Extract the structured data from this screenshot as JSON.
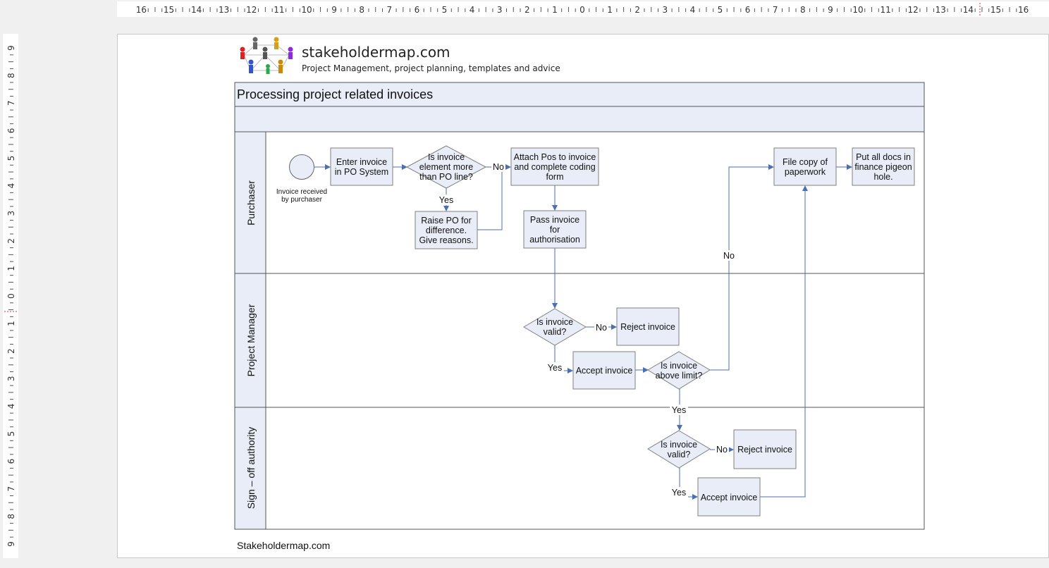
{
  "ruler": {
    "horizontal": [
      "16",
      "15",
      "14",
      "13",
      "12",
      "11",
      "10",
      "9",
      "8",
      "7",
      "6",
      "5",
      "4",
      "3",
      "2",
      "1",
      "0",
      "1",
      "2",
      "3",
      "4",
      "5",
      "6",
      "7",
      "8",
      "9",
      "10",
      "11",
      "12",
      "13",
      "14",
      "15",
      "16"
    ],
    "vertical": [
      "9",
      "8",
      "7",
      "6",
      "5",
      "4",
      "3",
      "2",
      "1",
      "0",
      "1",
      "2",
      "3",
      "4",
      "5",
      "6",
      "7",
      "8",
      "9"
    ]
  },
  "header": {
    "site_name": "stakeholdermap.com",
    "tagline": "Project Management, project planning, templates and advice"
  },
  "diagram": {
    "title": "Processing project related invoices",
    "lanes": [
      "Purchaser",
      "Project Manager",
      "Sign – off authority"
    ],
    "start_caption": [
      "Invoice received",
      "by purchaser"
    ],
    "nodes": {
      "enter_invoice": [
        "Enter invoice",
        "in PO System"
      ],
      "is_more": [
        "Is invoice",
        "element more",
        "than PO line?"
      ],
      "raise_po": [
        "Raise PO for",
        "difference.",
        "Give reasons."
      ],
      "attach": [
        "Attach Pos to invoice",
        "and complete coding",
        "form"
      ],
      "pass": [
        "Pass invoice",
        "for",
        "authorisation"
      ],
      "file_copy": [
        "File copy of",
        "paperwork"
      ],
      "put_docs": [
        "Put all docs in",
        "finance pigeon",
        "hole."
      ],
      "pm_valid": [
        "Is invoice",
        "valid?"
      ],
      "pm_reject": [
        "Reject invoice"
      ],
      "pm_accept": [
        "Accept invoice"
      ],
      "above_limit": [
        "Is invoice",
        "above limit?"
      ],
      "so_valid": [
        "Is invoice",
        "valid?"
      ],
      "so_reject": [
        "Reject invoice"
      ],
      "so_accept": [
        "Accept invoice"
      ]
    },
    "labels": {
      "no1": "No",
      "yes1": "Yes",
      "no_limit": "No",
      "no_pm": "No",
      "yes_pm": "Yes",
      "yes_limit": "Yes",
      "no_so": "No",
      "yes_so": "Yes"
    }
  },
  "footer": "Stakeholdermap.com",
  "colors": {
    "box_fill": "#e8edf7",
    "box_stroke": "#808080",
    "arrow": "#4a6fb5"
  }
}
